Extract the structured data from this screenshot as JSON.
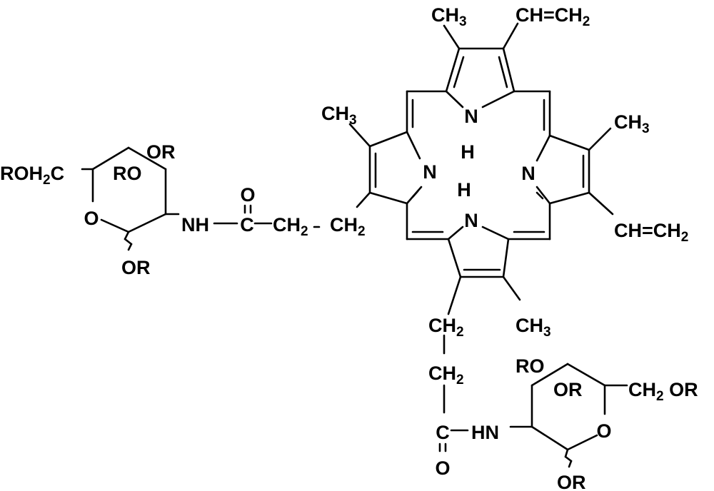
{
  "title": "Porphyrin bis-glycosylamide structure",
  "colors": {
    "ink": "#000000",
    "background": "#ffffff"
  },
  "labels": {
    "ch3_top": [
      {
        "t": "CH"
      },
      {
        "t": "3",
        "sub": true
      }
    ],
    "vinyl_top": [
      {
        "t": "CH=CH"
      },
      {
        "t": "2",
        "sub": true
      }
    ],
    "ch3_left": [
      {
        "t": "CH"
      },
      {
        "t": "3",
        "sub": true
      }
    ],
    "ch3_right": [
      {
        "t": "CH"
      },
      {
        "t": "3",
        "sub": true
      }
    ],
    "vinyl_right": [
      {
        "t": "CH=CH"
      },
      {
        "t": "2",
        "sub": true
      }
    ],
    "ch3_bottom": [
      {
        "t": "CH"
      },
      {
        "t": "3",
        "sub": true
      }
    ],
    "n_top": [
      {
        "t": "N"
      }
    ],
    "h_top": [
      {
        "t": "H"
      }
    ],
    "h_bottom": [
      {
        "t": "H"
      }
    ],
    "n_bottom": [
      {
        "t": "N"
      }
    ],
    "n_left": [
      {
        "t": "N"
      }
    ],
    "n_right": [
      {
        "t": "N"
      }
    ],
    "ch2_left_b": [
      {
        "t": "CH"
      },
      {
        "t": "2",
        "sub": true
      }
    ],
    "ch2_left_a": [
      {
        "t": "CH"
      },
      {
        "t": "2",
        "sub": true
      }
    ],
    "c_left": [
      {
        "t": "C"
      }
    ],
    "o_left": [
      {
        "t": "O"
      }
    ],
    "nh_left": [
      {
        "t": "NH"
      }
    ],
    "roh2c": [
      {
        "t": "ROH"
      },
      {
        "t": "2",
        "sub": true
      },
      {
        "t": "C"
      }
    ],
    "ro_left": [
      {
        "t": "RO"
      }
    ],
    "or_left_top": [
      {
        "t": "OR"
      }
    ],
    "o_ring_left": [
      {
        "t": "O"
      }
    ],
    "or_left_bottom": [
      {
        "t": "OR"
      }
    ],
    "ch2_bot_a": [
      {
        "t": "CH"
      },
      {
        "t": "2",
        "sub": true
      }
    ],
    "ch2_bot_b": [
      {
        "t": "CH"
      },
      {
        "t": "2",
        "sub": true
      }
    ],
    "c_bot": [
      {
        "t": "C"
      }
    ],
    "o_bot": [
      {
        "t": "O"
      }
    ],
    "hn_bot": [
      {
        "t": "HN"
      }
    ],
    "ro_right": [
      {
        "t": "RO"
      }
    ],
    "or_right": [
      {
        "t": "OR"
      }
    ],
    "ch2or": [
      {
        "t": "CH"
      },
      {
        "t": "2",
        "sub": true
      },
      {
        "t": " OR"
      }
    ],
    "o_ring_right": [
      {
        "t": "O"
      }
    ],
    "or_right_bottom": [
      {
        "t": "OR"
      }
    ]
  }
}
